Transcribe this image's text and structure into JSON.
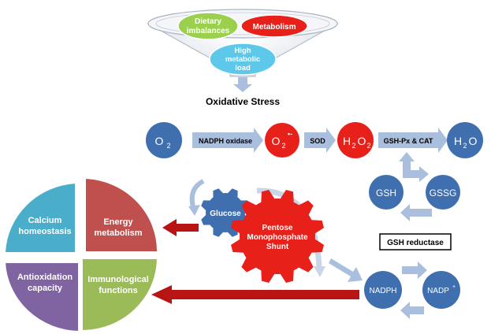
{
  "funnel": {
    "dietary": [
      "Dietary",
      "imbalances"
    ],
    "metabolism": "Metabolism",
    "load": [
      "High",
      "metabolic",
      "load"
    ]
  },
  "oxidative_stress": "Oxidative Stress",
  "chain": {
    "o2": "O",
    "o2_sub": "2",
    "nadph_oxidase": "NADPH oxidase",
    "superoxide": "O",
    "superoxide_sub": "2",
    "superoxide_sup": "•-",
    "sod": "SOD",
    "h2o2_a": "H",
    "h2o2_sub1": "2",
    "h2o2_b": "O",
    "h2o2_sub2": "2",
    "gshpx": "GSH-Px & CAT",
    "h2o_a": "H",
    "h2o_sub": "2",
    "h2o_b": "O"
  },
  "cycle": {
    "gsh": "GSH",
    "gssg": "GSSG",
    "reductase": "GSH reductase",
    "nadph": "NADPH",
    "nadp": "NADP",
    "nadp_sup": "+"
  },
  "gears": {
    "glucose": "Glucose",
    "ppp": [
      "Pentose",
      "Monophosphate",
      "Shunt"
    ]
  },
  "quadrants": {
    "calcium": [
      "Calcium",
      "homeostasis"
    ],
    "energy": [
      "Energy",
      "metabolism"
    ],
    "antiox": [
      "Antioxidation",
      "capacity"
    ],
    "immuno": [
      "Immunological",
      "functions"
    ]
  },
  "colors": {
    "blue_node": "#3f6fae",
    "red_node": "#e8201a",
    "quad_teal": "#4aaecb",
    "quad_red": "#c0504d",
    "quad_purple": "#8064a2",
    "quad_green": "#9bbb59",
    "dark_red_arrow": "#b81414",
    "light_arrow": "#a9bfdd"
  }
}
